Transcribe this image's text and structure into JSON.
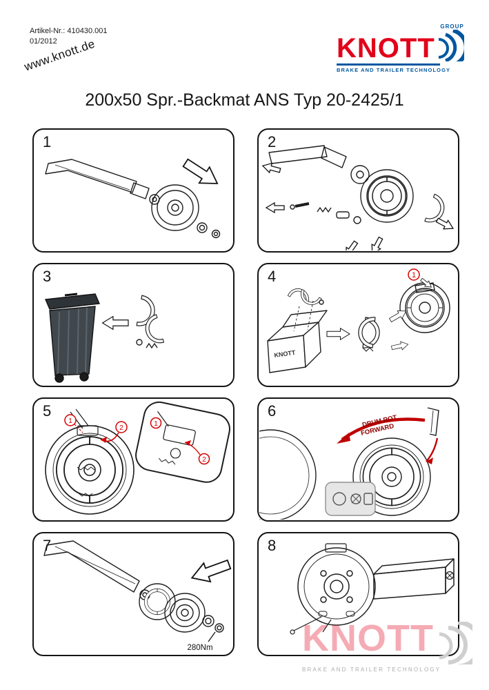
{
  "header": {
    "article_label": "Artikel-Nr.: 410430.001",
    "date": "01/2012",
    "website": "www.knott.de"
  },
  "logo": {
    "name": "KNOTT",
    "group_label": "GROUP",
    "tagline": "BRAKE AND TRAILER TECHNOLOGY",
    "brand_red": "#e2001a",
    "brand_blue": "#0057a0"
  },
  "title": "200x50 Spr.-Backmat ANS Typ 20-2425/1",
  "callout_color": "#d40000",
  "panels": [
    {
      "number": "1"
    },
    {
      "number": "2"
    },
    {
      "number": "3"
    },
    {
      "number": "4",
      "box_label": "KNOTT",
      "callouts": [
        "1"
      ]
    },
    {
      "number": "5",
      "callouts": [
        "1",
        "2"
      ]
    },
    {
      "number": "6",
      "annotation_line1": "DRUM ROT.",
      "annotation_line2": "FORWARD"
    },
    {
      "number": "7",
      "torque_label": "280Nm"
    },
    {
      "number": "8"
    }
  ],
  "watermark": {
    "name": "KNOTT",
    "tagline": "BRAKE AND TRAILER TECHNOLOGY"
  }
}
